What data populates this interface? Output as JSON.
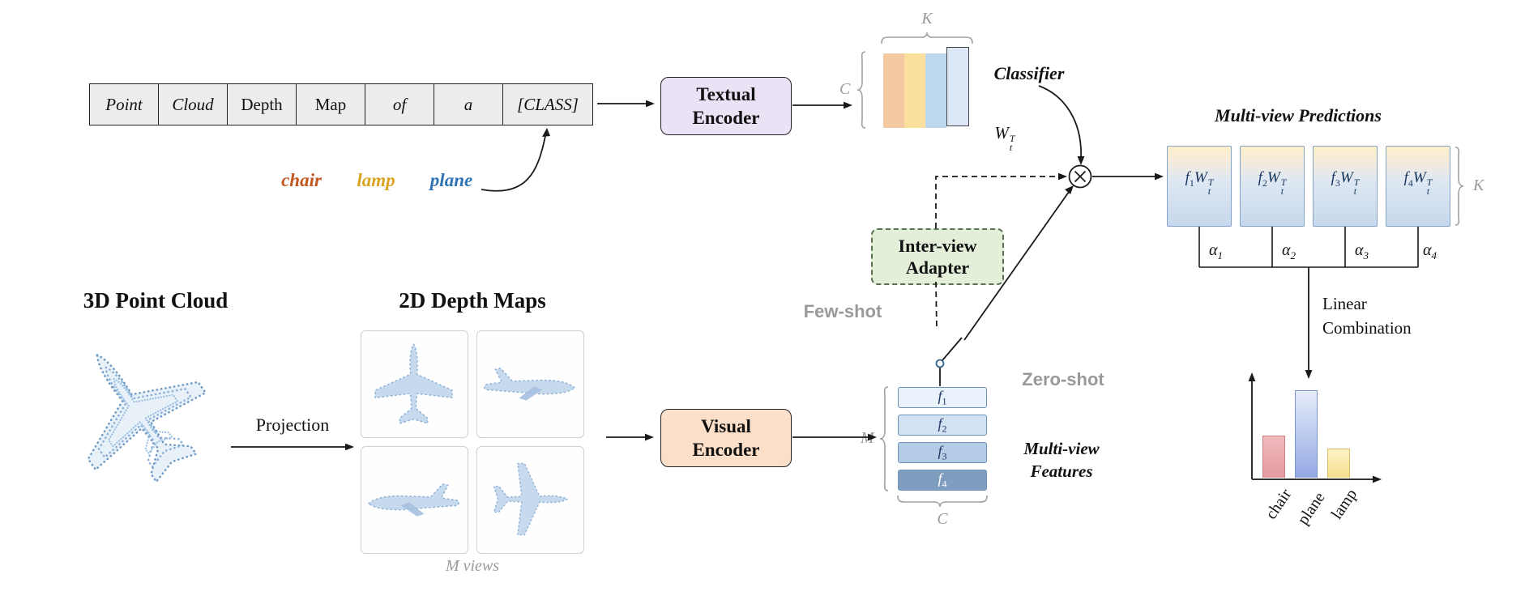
{
  "accent_colors": {
    "textual_encoder_fill": "#ebe2f6",
    "visual_encoder_fill": "#fcdfc8",
    "adapter_fill": "#e3efd9"
  },
  "prompt_table": {
    "cells": [
      "Point",
      "Cloud",
      "Depth",
      "Map",
      "of",
      "a",
      "[CLASS]"
    ]
  },
  "class_words": [
    {
      "label": "chair",
      "color": "#c2571f"
    },
    {
      "label": "lamp",
      "color": "#d9a420"
    },
    {
      "label": "plane",
      "color": "#2e74b5"
    }
  ],
  "textual_encoder": {
    "line1": "Textual",
    "line2": "Encoder"
  },
  "visual_encoder": {
    "line1": "Visual",
    "line2": "Encoder"
  },
  "classifier": {
    "title": "Classifier",
    "brace_top_label": "K",
    "brace_left_label": "C",
    "weight": {
      "base": "W",
      "sub": "t",
      "sup": "T"
    },
    "bar_colors": [
      "#f5c8a4",
      "#fbdf9d",
      "#bdd7ee",
      "#dce8f5"
    ]
  },
  "adapter": {
    "line1": "Inter-view",
    "line2": "Adapter"
  },
  "paths": {
    "few_shot": "Few-shot",
    "zero_shot": "Zero-shot"
  },
  "features": {
    "letter": "f",
    "subscripts": [
      "1",
      "2",
      "3",
      "4"
    ],
    "bar_colors": [
      "#e9f1fa",
      "#d3e2f2",
      "#b4cce6",
      "#7f9dbf"
    ],
    "label_colors": [
      "#1f3864",
      "#1f3864",
      "#1f3864",
      "#ffffff"
    ],
    "brace_left_label": "M",
    "brace_bottom_label": "C",
    "caption_line1": "Multi-view",
    "caption_line2": "Features"
  },
  "predictions": {
    "title": "Multi-view Predictions",
    "letter": "f",
    "subscripts": [
      "1",
      "2",
      "3",
      "4"
    ],
    "weight": {
      "base": "W",
      "sub": "t",
      "sup": "T"
    },
    "brace_right_label": "K",
    "alpha": "α",
    "alpha_subscripts": [
      "1",
      "2",
      "3",
      "4"
    ]
  },
  "combination": {
    "line1": "Linear",
    "line2": "Combination"
  },
  "mini_chart": {
    "type": "bar",
    "bars": [
      {
        "label": "chair",
        "height": 52,
        "color_top": "#f0b9bd",
        "color_bottom": "#e39a9f",
        "border": "#c97f84"
      },
      {
        "label": "plane",
        "height": 108,
        "color_top": "#e6ecfa",
        "color_bottom": "#93a9e3",
        "border": "#7b93cc"
      },
      {
        "label": "lamp",
        "height": 36,
        "color_top": "#fdf3c4",
        "color_bottom": "#f6dd8e",
        "border": "#d8bc62"
      }
    ]
  },
  "bottom": {
    "point_cloud_heading": "3D Point Cloud",
    "depth_maps_heading": "2D Depth Maps",
    "projection_label": "Projection",
    "views_label": "M views"
  }
}
